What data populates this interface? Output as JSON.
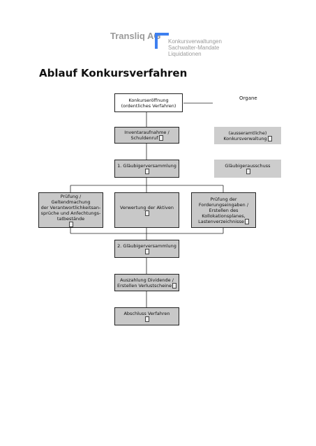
{
  "logo": {
    "name": "Transliq AG",
    "tagline": [
      "Konkursverwaltungen",
      "Sachwalter-Mandate",
      "Liquidationen"
    ],
    "accent_color": "#3d7ff0"
  },
  "title": "Ablauf Konkursverfahren",
  "organ_label": "Organe",
  "nodes": {
    "start": [
      "Konkurseröffnung",
      "(ordentliches Verfahren)"
    ],
    "inventar": [
      "Inventaraufnahme /",
      "Schuldenruf"
    ],
    "glaeubiger1": [
      "1. Gläubigerversammlung"
    ],
    "pruefung_left": [
      "Prüfung / Geltendmachung",
      "der Verantwortlichkeitsan-",
      "sprüche und Anfechtungs-",
      "tatbestände"
    ],
    "verwertung": [
      "Verwertung der Aktiven"
    ],
    "pruefung_right": [
      "Prüfung der",
      "Forderungseingaben /",
      "Erstellen des",
      "Kollokationsplanes,",
      "Lastenverzeichnisse"
    ],
    "glaeubiger2": [
      "2. Gläubigerversammlung"
    ],
    "auszahlung": [
      "Auszahlung Dividende /",
      "Erstellen Verlustscheine"
    ],
    "abschluss": [
      "Abschluss Verfahren"
    ],
    "konkursverwaltung": [
      "(ausseramtliche)",
      "Konkursverwaltung"
    ],
    "glaeubigerausschuss": [
      "Gläubigerausschuss"
    ]
  },
  "colors": {
    "box_fill": "#c8c8c8",
    "organ_fill": "#cdcdcd",
    "line": "#222222"
  }
}
